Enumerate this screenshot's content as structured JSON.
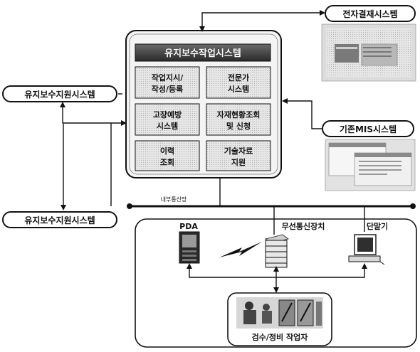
{
  "main_system": {
    "title": "유지보수작업시스템",
    "modules": [
      [
        "작업지시/",
        "작성/등록"
      ],
      [
        "전문가",
        "시스템"
      ],
      [
        "고장예방",
        "시스템"
      ],
      [
        "자재현황조회",
        "및 신청"
      ],
      [
        "이력",
        "조회"
      ],
      [
        "기술자료",
        "지원"
      ]
    ]
  },
  "external_systems": {
    "electronic_payment": "전자결재시스템",
    "existing_mis": "기존MIS시스템",
    "support_system_top": "유지보수지원시스템",
    "support_system_bottom": "유지보수지원시스템"
  },
  "network": {
    "internal_label": "내부통신망",
    "pda_label": "PDA",
    "wireless_label": "무선통신장치",
    "terminal_label": "단말기",
    "worker_label": "검수/정비 작업자"
  }
}
